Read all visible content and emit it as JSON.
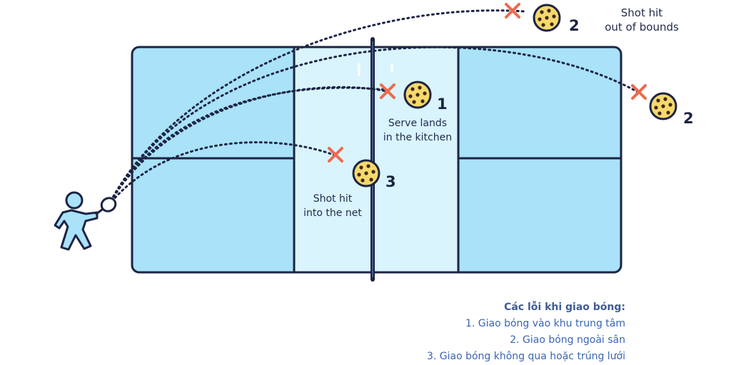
{
  "labels": {
    "out_of_bounds": [
      "Shot hit",
      "out of bounds"
    ],
    "kitchen": [
      "Serve lands",
      "in the kitchen"
    ],
    "net": [
      "Shot hit",
      "into the net"
    ]
  },
  "markers": {
    "kitchen": "1",
    "out_top": "2",
    "out_right": "2",
    "net": "3"
  },
  "legend": {
    "title": "Các lỗi khi giao bóng:",
    "items": [
      "1. Giao bóng vào khu trung tâm",
      "2. Giao bóng ngoài sân",
      "3. Giao bóng không qua hoặc trúng lưới"
    ]
  },
  "colors": {
    "court": "#a9e2f9",
    "kitchen": "#d9f4fc",
    "lines": "#1c2444",
    "x_mark": "#ec6a4e",
    "ball": "#f6d86c",
    "ball_holes": "#3b2a1a",
    "text": "#1f2a4e",
    "legend_text": "#3a66b4"
  },
  "icons": {
    "player": "pickleball-player-icon",
    "ball": "pickleball-ball-icon",
    "fault": "x-mark-icon"
  }
}
